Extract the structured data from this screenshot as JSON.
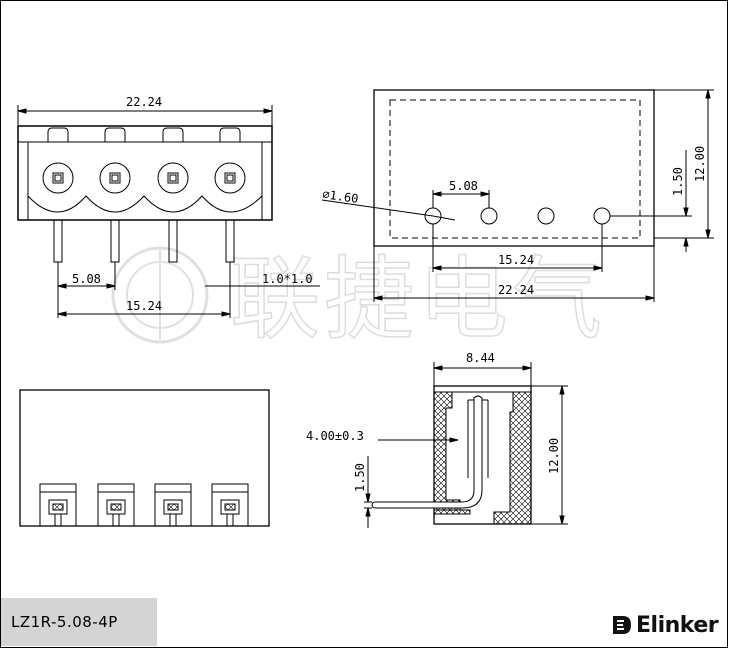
{
  "front_view": {
    "overall_width": "22.24",
    "pitch": "5.08",
    "pin_size": "1.0*1.0",
    "span_three_pitch": "15.24"
  },
  "top_view": {
    "hole_diameter": "⌀1.60",
    "pitch": "5.08",
    "span_three_pitch": "15.24",
    "overall_width": "22.24",
    "pin_offset": "1.50",
    "overall_depth": "12.00"
  },
  "side_view": {
    "width": "8.44",
    "pin_length": "4.00±0.3",
    "pin_offset": "1.50",
    "height": "12.00"
  },
  "watermark": {
    "text": "联捷电气"
  },
  "footer": {
    "part_number": "LZ1R-5.08-4P",
    "brand": "Elinker"
  }
}
